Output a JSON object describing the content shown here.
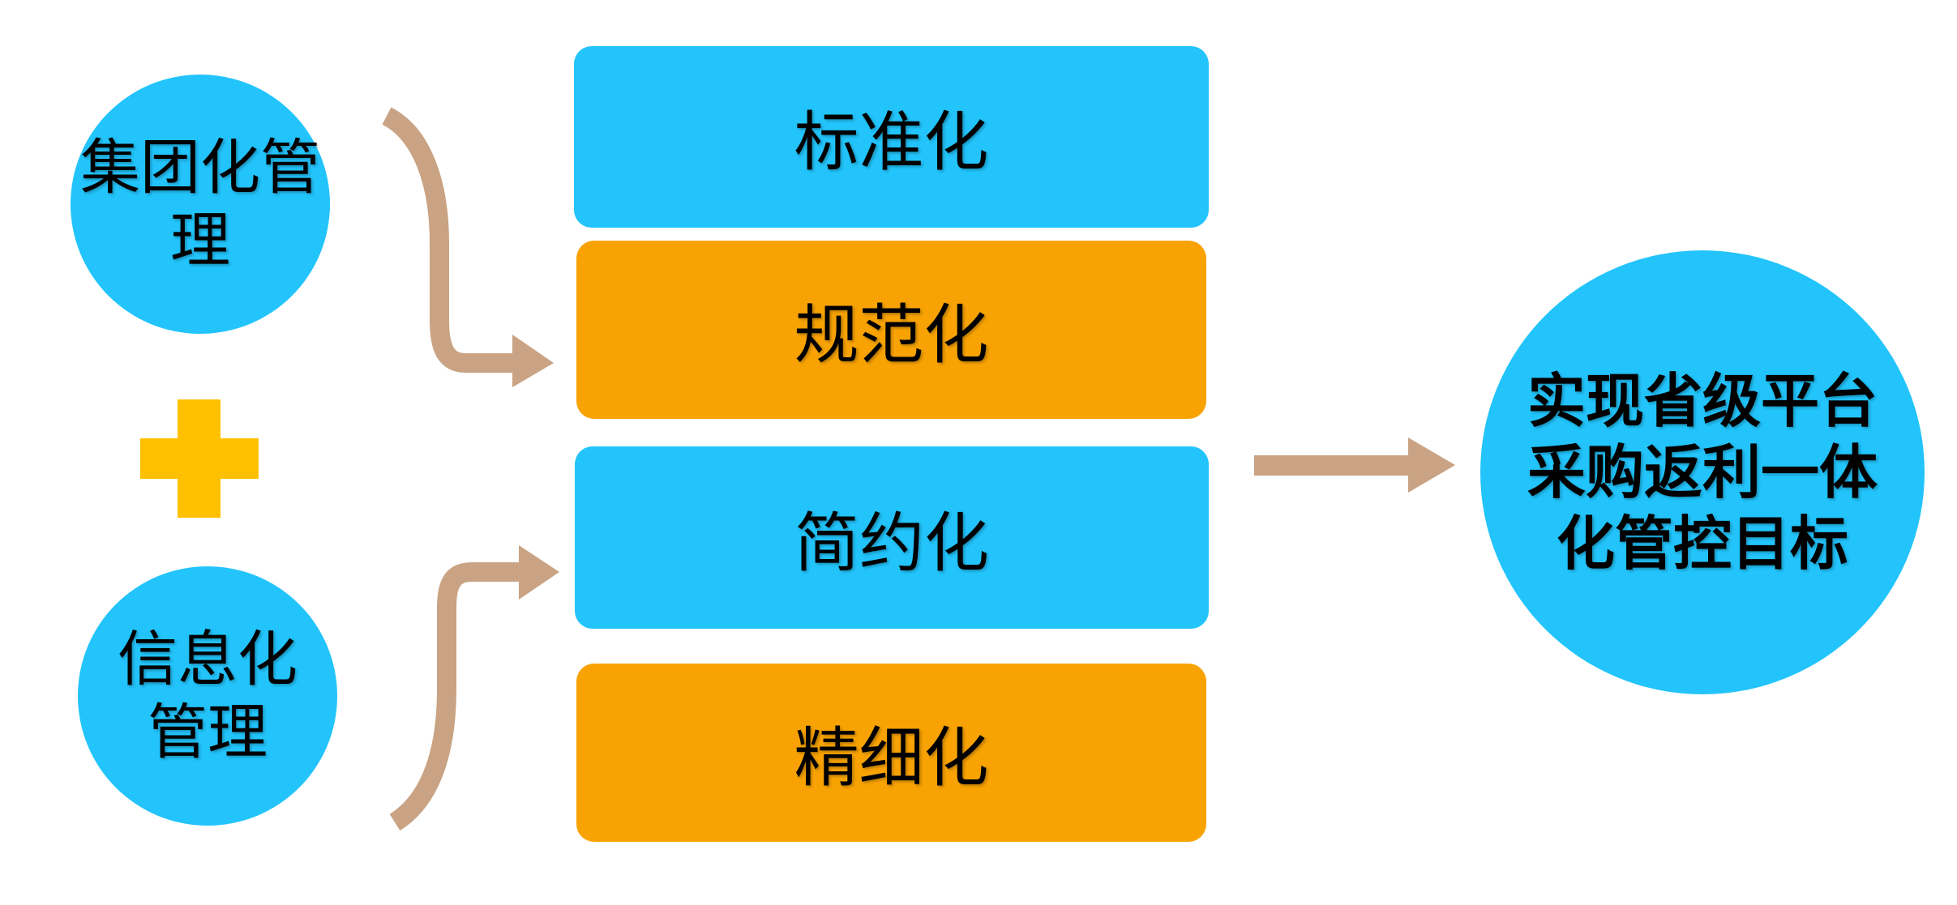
{
  "left": {
    "group_management": "集团化管理",
    "info_management": "信息化管理"
  },
  "boxes": [
    {
      "label": "标准化",
      "color": "#22c4fb"
    },
    {
      "label": "规范化",
      "color": "#f8a303"
    },
    {
      "label": "简约化",
      "color": "#22c4fb"
    },
    {
      "label": "精细化",
      "color": "#f8a303"
    }
  ],
  "goal": {
    "text": "实现省级平台采购返利一体化管控目标"
  },
  "colors": {
    "circle": "#22c4fb",
    "box_blue": "#22c4fb",
    "box_orange": "#f8a303",
    "plus": "#ffc000",
    "arrow": "#c9a383"
  },
  "icons": {
    "plus": "plus-icon",
    "arrow": "arrow-icon"
  }
}
